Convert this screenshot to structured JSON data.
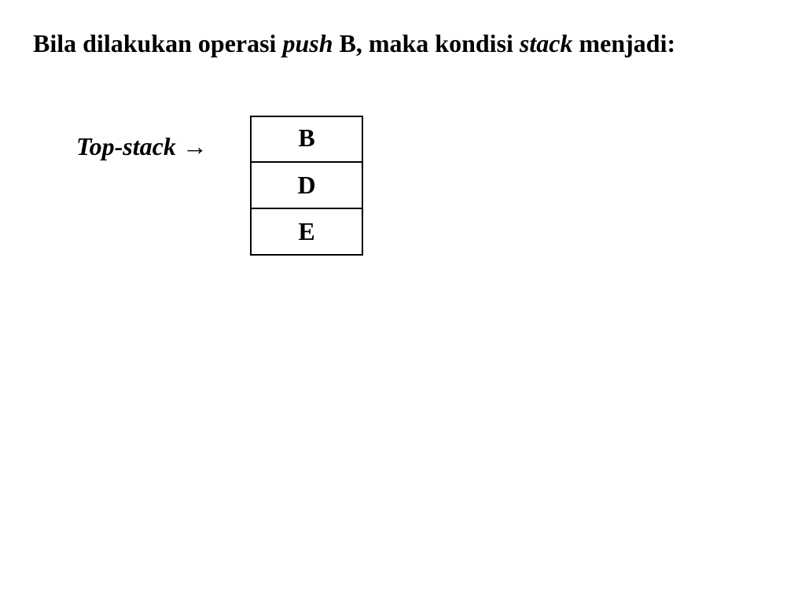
{
  "heading": {
    "part1": "Bila dilakukan operasi ",
    "push_word": "push",
    "part2": " B, maka kondisi ",
    "stack_word": "stack",
    "part3": " menjadi:"
  },
  "top_pointer": {
    "label": "Top-stack",
    "arrow": "→"
  },
  "stack": {
    "cells": [
      "B",
      "D",
      "E"
    ]
  }
}
